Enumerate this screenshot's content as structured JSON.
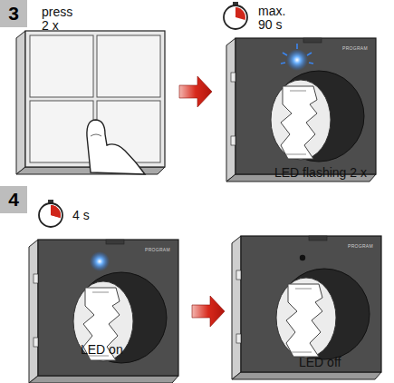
{
  "diagram": {
    "nodes": [
      {
        "text": [
          "3"
        ]
      },
      {
        "text": [
          "4"
        ]
      }
    ],
    "labels": [
      "press 2 x",
      "max. 90 s",
      "PROGRAM",
      "LED flashing 2 x",
      "4 s",
      "PROGRAM",
      "LED on",
      "PROGRAM",
      "LED off"
    ]
  }
}
